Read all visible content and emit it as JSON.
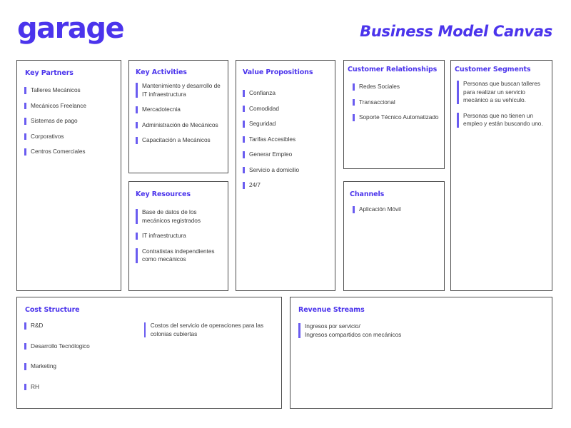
{
  "header": {
    "logo": "garage",
    "title": "Business Model Canvas",
    "brand_color": "#4b34ec",
    "accent_color": "#6a5cf0",
    "text_color": "#3b3b3b",
    "border_color": "#4d4d4d"
  },
  "blocks": {
    "key_partners": {
      "title": "Key Partners",
      "items": [
        "Talleres Mecánicos",
        "Mecánicos Freelance",
        "Sistemas de pago",
        "Corporativos",
        "Centros Comerciales"
      ]
    },
    "key_activities": {
      "title": "Key Activities",
      "items": [
        "Mantenimiento y desarrollo de IT infraestructura",
        "Mercadotecnia",
        "Administración de Mecánicos",
        "Capacitación a Mecánicos"
      ]
    },
    "key_resources": {
      "title": "Key Resources",
      "items": [
        "Base de datos de los mecánicos registrados",
        "IT infraestructura",
        "Contratistas independientes como mecánicos"
      ]
    },
    "value_propositions": {
      "title": "Value Propositions",
      "items": [
        "Confianza",
        "Comodidad",
        "Seguridad",
        "Tarifas Accesibles",
        "Generar Empleo",
        "Servicio a domicilio",
        "24/7"
      ]
    },
    "customer_relationships": {
      "title": "Customer Relationships",
      "items": [
        "Redes Sociales",
        "Transaccional",
        "Soporte Técnico Automatizado"
      ]
    },
    "channels": {
      "title": "Channels",
      "items": [
        "Aplicación Móvil"
      ]
    },
    "customer_segments": {
      "title": "Customer Segments",
      "items": [
        "Personas que buscan talleres para realizar un servicio mecánico a su vehículo.",
        "Personas que no tienen un empleo y están buscando uno."
      ]
    },
    "cost_structure": {
      "title": "Cost Structure",
      "items_left": [
        "R&D",
        "Desarrollo Tecnólogico",
        "Marketing",
        "RH"
      ],
      "items_right": [
        "Costos del servicio de operaciones para las colonias cubiertas"
      ]
    },
    "revenue_streams": {
      "title": "Revenue Streams",
      "items": [
        "Ingresos por servicio/\nIngresos compartidos con mecánicos"
      ]
    }
  }
}
